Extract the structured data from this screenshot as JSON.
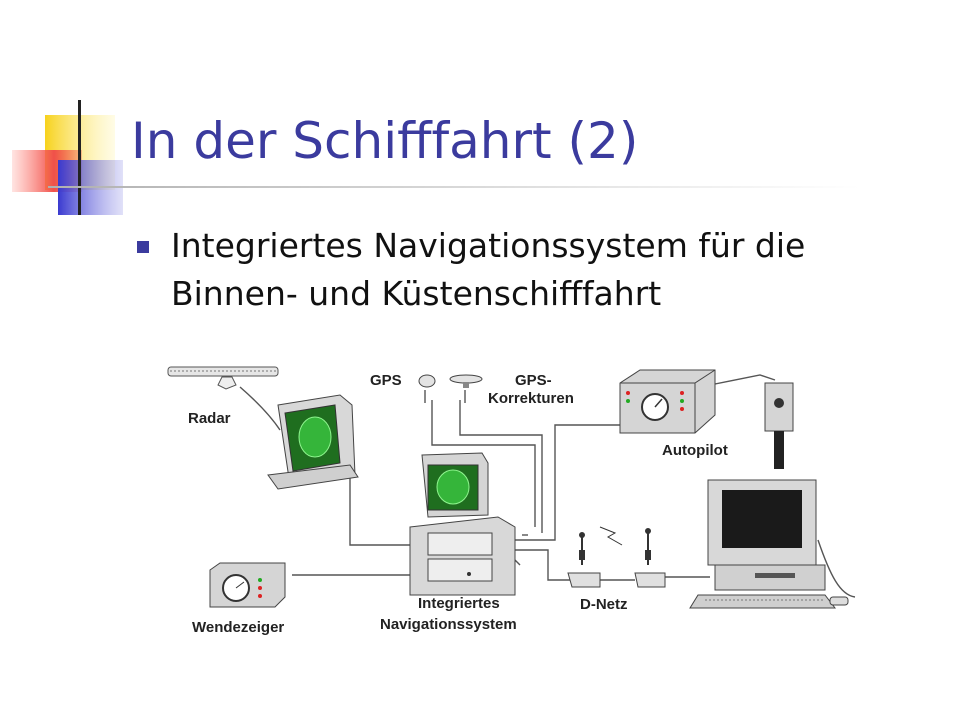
{
  "slide": {
    "title": "In der Schifffahrt (2)",
    "bullets": [
      "Integriertes Navigationssystem für die Binnen- und Küstenschifffahrt"
    ]
  },
  "diagram": {
    "labels": {
      "radar": "Radar",
      "gps": "GPS",
      "gps_corr_1": "GPS-",
      "gps_corr_2": "Korrekturen",
      "autopilot": "Autopilot",
      "wendezeiger": "Wendezeiger",
      "ins_1": "Integriertes",
      "ins_2": "Navigationssystem",
      "dnetz": "D-Netz"
    }
  },
  "colors": {
    "title": "#3b3b9e",
    "bullet": "#3b3b9e",
    "accent_yellow": "#f7d21c",
    "accent_blue": "#3a3ad0",
    "accent_red": "#f0504a",
    "screen_green": "#35b53a"
  }
}
